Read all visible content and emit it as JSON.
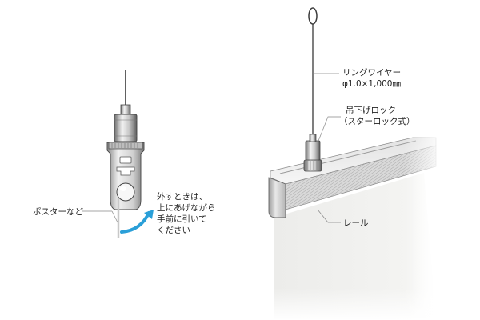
{
  "labels": {
    "ring_wire": "リングワイヤー",
    "wire_spec": "φ1.0×1,000㎜",
    "hook_lock": "吊下げロック",
    "hook_lock_type": "（スターロック式）",
    "rail": "レール",
    "poster": "ポスターなど",
    "removal_line1": "外すときは、",
    "removal_line2": "上にあげながら",
    "removal_line3": "手前に引いて",
    "removal_line4": "ください"
  },
  "colors": {
    "arrow": "#2a9fd8",
    "metal_dark": "#555555",
    "metal_light": "#dcdcdc",
    "leader": "#888888",
    "text": "#222222"
  }
}
